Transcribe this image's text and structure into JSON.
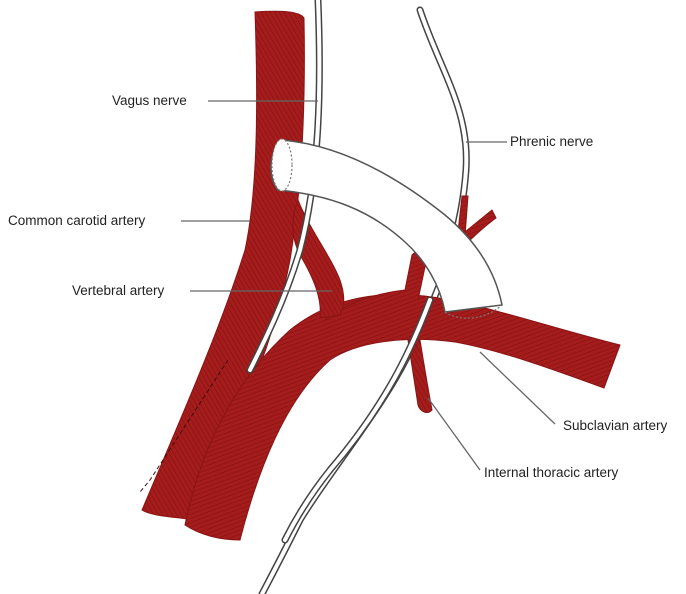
{
  "labels": {
    "vagus_nerve": "Vagus nerve",
    "phrenic_nerve": "Phrenic nerve",
    "common_carotid_artery": "Common carotid artery",
    "vertebral_artery": "Vertebral artery",
    "subclavian_artery": "Subclavian artery",
    "internal_thoracic_artery": "Internal thoracic artery"
  },
  "colors": {
    "artery": "#a51c1c",
    "artery_stripe": "#7e1010",
    "nerve_outline": "#444444",
    "graft_fill": "#ffffff",
    "graft_outline": "#555555",
    "leader_line": "#666666"
  }
}
